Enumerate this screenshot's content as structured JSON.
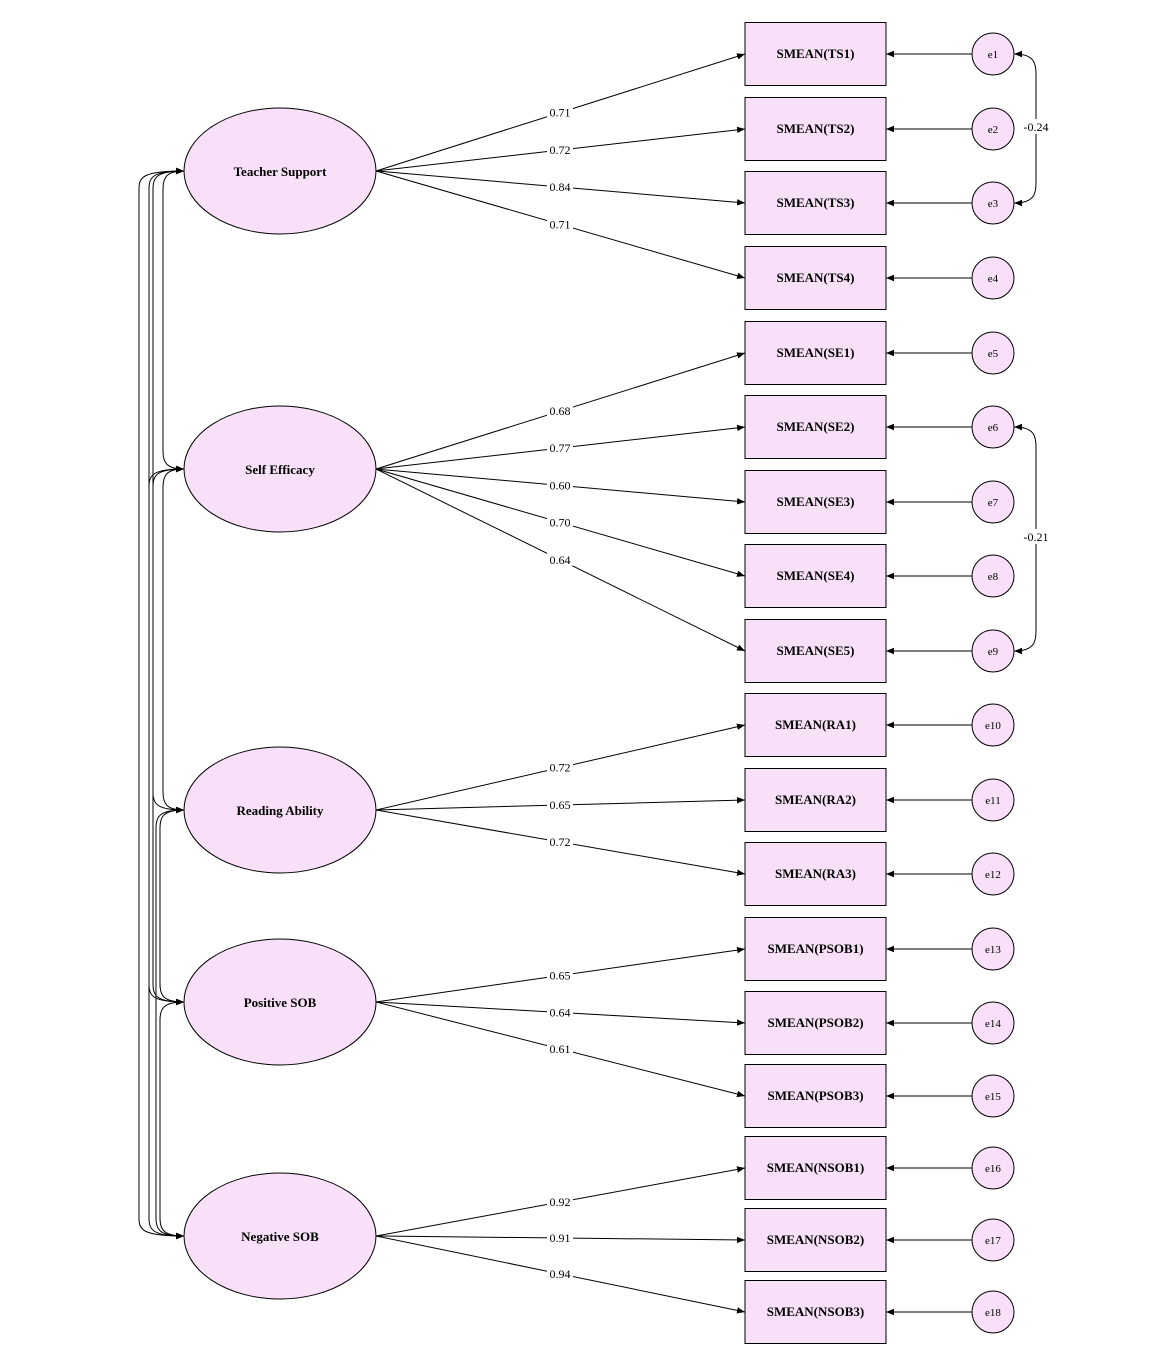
{
  "colors": {
    "fill": "#f8e0f8",
    "stroke": "#000000",
    "background": "#ffffff"
  },
  "latents": [
    {
      "label": "Teacher Support"
    },
    {
      "label": "Self Efficacy"
    },
    {
      "label": "Reading Ability"
    },
    {
      "label": "Positive SOB"
    },
    {
      "label": "Negative SOB"
    }
  ],
  "indicators": [
    {
      "label": "SMEAN(TS1)",
      "latent": 0,
      "loading": "0.71",
      "error": "e1"
    },
    {
      "label": "SMEAN(TS2)",
      "latent": 0,
      "loading": "0.72",
      "error": "e2"
    },
    {
      "label": "SMEAN(TS3)",
      "latent": 0,
      "loading": "0.84",
      "error": "e3"
    },
    {
      "label": "SMEAN(TS4)",
      "latent": 0,
      "loading": "0.71",
      "error": "e4"
    },
    {
      "label": "SMEAN(SE1)",
      "latent": 1,
      "loading": "0.68",
      "error": "e5"
    },
    {
      "label": "SMEAN(SE2)",
      "latent": 1,
      "loading": "0.77",
      "error": "e6"
    },
    {
      "label": "SMEAN(SE3)",
      "latent": 1,
      "loading": "0.60",
      "error": "e7"
    },
    {
      "label": "SMEAN(SE4)",
      "latent": 1,
      "loading": "0.70",
      "error": "e8"
    },
    {
      "label": "SMEAN(SE5)",
      "latent": 1,
      "loading": "0.64",
      "error": "e9"
    },
    {
      "label": "SMEAN(RA1)",
      "latent": 2,
      "loading": "0.72",
      "error": "e10"
    },
    {
      "label": "SMEAN(RA2)",
      "latent": 2,
      "loading": "0.65",
      "error": "e11"
    },
    {
      "label": "SMEAN(RA3)",
      "latent": 2,
      "loading": "0.72",
      "error": "e12"
    },
    {
      "label": "SMEAN(PSOB1)",
      "latent": 3,
      "loading": "0.65",
      "error": "e13"
    },
    {
      "label": "SMEAN(PSOB2)",
      "latent": 3,
      "loading": "0.64",
      "error": "e14"
    },
    {
      "label": "SMEAN(PSOB3)",
      "latent": 3,
      "loading": "0.61",
      "error": "e15"
    },
    {
      "label": "SMEAN(NSOB1)",
      "latent": 4,
      "loading": "0.92",
      "error": "e16"
    },
    {
      "label": "SMEAN(NSOB2)",
      "latent": 4,
      "loading": "0.91",
      "error": "e17"
    },
    {
      "label": "SMEAN(NSOB3)",
      "latent": 4,
      "loading": "0.94",
      "error": "e18"
    }
  ],
  "error_covariances": [
    {
      "from": 0,
      "to": 2,
      "value": "-0.24"
    },
    {
      "from": 5,
      "to": 8,
      "value": "-0.21"
    }
  ],
  "latent_covariances": [
    [
      0,
      1
    ],
    [
      0,
      2
    ],
    [
      0,
      3
    ],
    [
      0,
      4
    ],
    [
      1,
      2
    ],
    [
      1,
      3
    ],
    [
      1,
      4
    ],
    [
      2,
      3
    ],
    [
      2,
      4
    ],
    [
      3,
      4
    ]
  ]
}
